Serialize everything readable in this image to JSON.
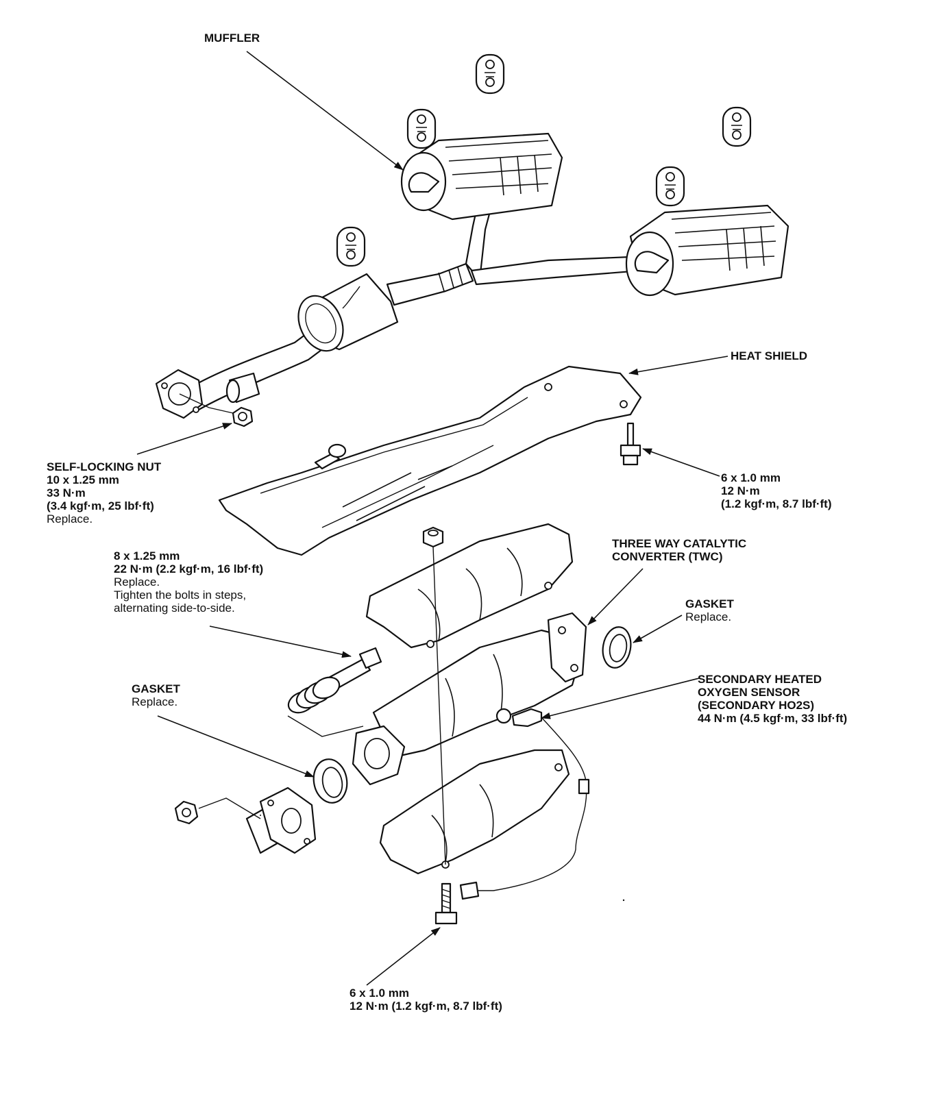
{
  "labels": {
    "muffler": {
      "title": "MUFFLER"
    },
    "heat_shield": {
      "title": "HEAT SHIELD"
    },
    "self_locking_nut": {
      "title": "SELF-LOCKING NUT",
      "line1": "10 x 1.25 mm",
      "line2": "33 N·m",
      "line3": "(3.4 kgf·m, 25 lbf·ft)",
      "note": "Replace."
    },
    "heat_shield_bolt": {
      "line1": "6 x 1.0 mm",
      "line2": "12 N·m",
      "line3": "(1.2 kgf·m, 8.7 lbf·ft)"
    },
    "twc_bolt": {
      "line1": "8 x 1.25 mm",
      "line2": "22 N·m (2.2 kgf·m, 16 lbf·ft)",
      "note1": "Replace.",
      "note2": "Tighten the bolts in steps,",
      "note3": "alternating side-to-side."
    },
    "twc": {
      "line1": "THREE WAY CATALYTIC",
      "line2": "CONVERTER (TWC)"
    },
    "gasket_right": {
      "title": "GASKET",
      "note": "Replace."
    },
    "gasket_left": {
      "title": "GASKET",
      "note": "Replace."
    },
    "secondary_ho2s": {
      "line1": "SECONDARY HEATED",
      "line2": "OXYGEN SENSOR",
      "line3": "(SECONDARY HO2S)",
      "line4": "44 N·m (4.5 kgf·m, 33 lbf·ft)"
    },
    "bottom_bolt": {
      "line1": "6 x 1.0 mm",
      "line2": "12 N·m (1.2 kgf·m, 8.7 lbf·ft)"
    }
  }
}
